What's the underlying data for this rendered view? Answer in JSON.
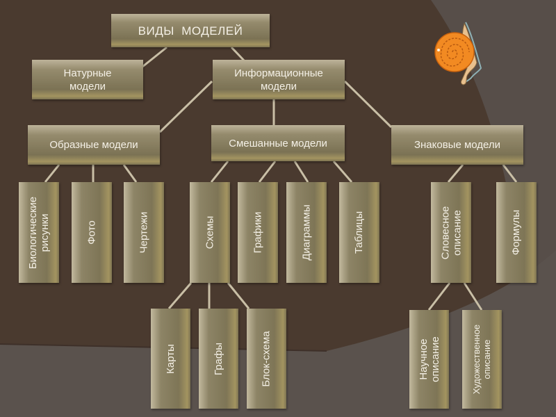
{
  "colors": {
    "background": "#4a3a2f",
    "background_lower": "#5a524d",
    "line": "#c9bfa6",
    "box": "#8d8466",
    "text": "#f4f0e6"
  },
  "decoration": {
    "icon": "snail-icon"
  },
  "diagram": {
    "root": "ВИДЫ  МОДЕЛЕЙ",
    "natural": [
      "Натурные",
      "модели"
    ],
    "informational": [
      "Информационные",
      "модели"
    ],
    "figurative": "Образные модели",
    "mixed": "Смешанные модели",
    "symbolic": "Знаковые модели",
    "figurative_children": {
      "bio": [
        "Биологические",
        "рисунки"
      ],
      "photo": "Фото",
      "drawings": "Чертежи"
    },
    "mixed_children": {
      "schemes": "Схемы",
      "graphs": "Графики",
      "diagrams": "Диаграммы",
      "tables": "Таблицы"
    },
    "symbolic_children": {
      "verbal": [
        "Словесное",
        "описание"
      ],
      "formulas": "Формулы"
    },
    "scheme_children": {
      "maps": "Карты",
      "graphs_theory": "Графы",
      "flowchart": "Блок-схема"
    },
    "verbal_children": {
      "scientific": [
        "Научное",
        "описание"
      ],
      "artistic": [
        "Художественное",
        "описание"
      ]
    }
  }
}
